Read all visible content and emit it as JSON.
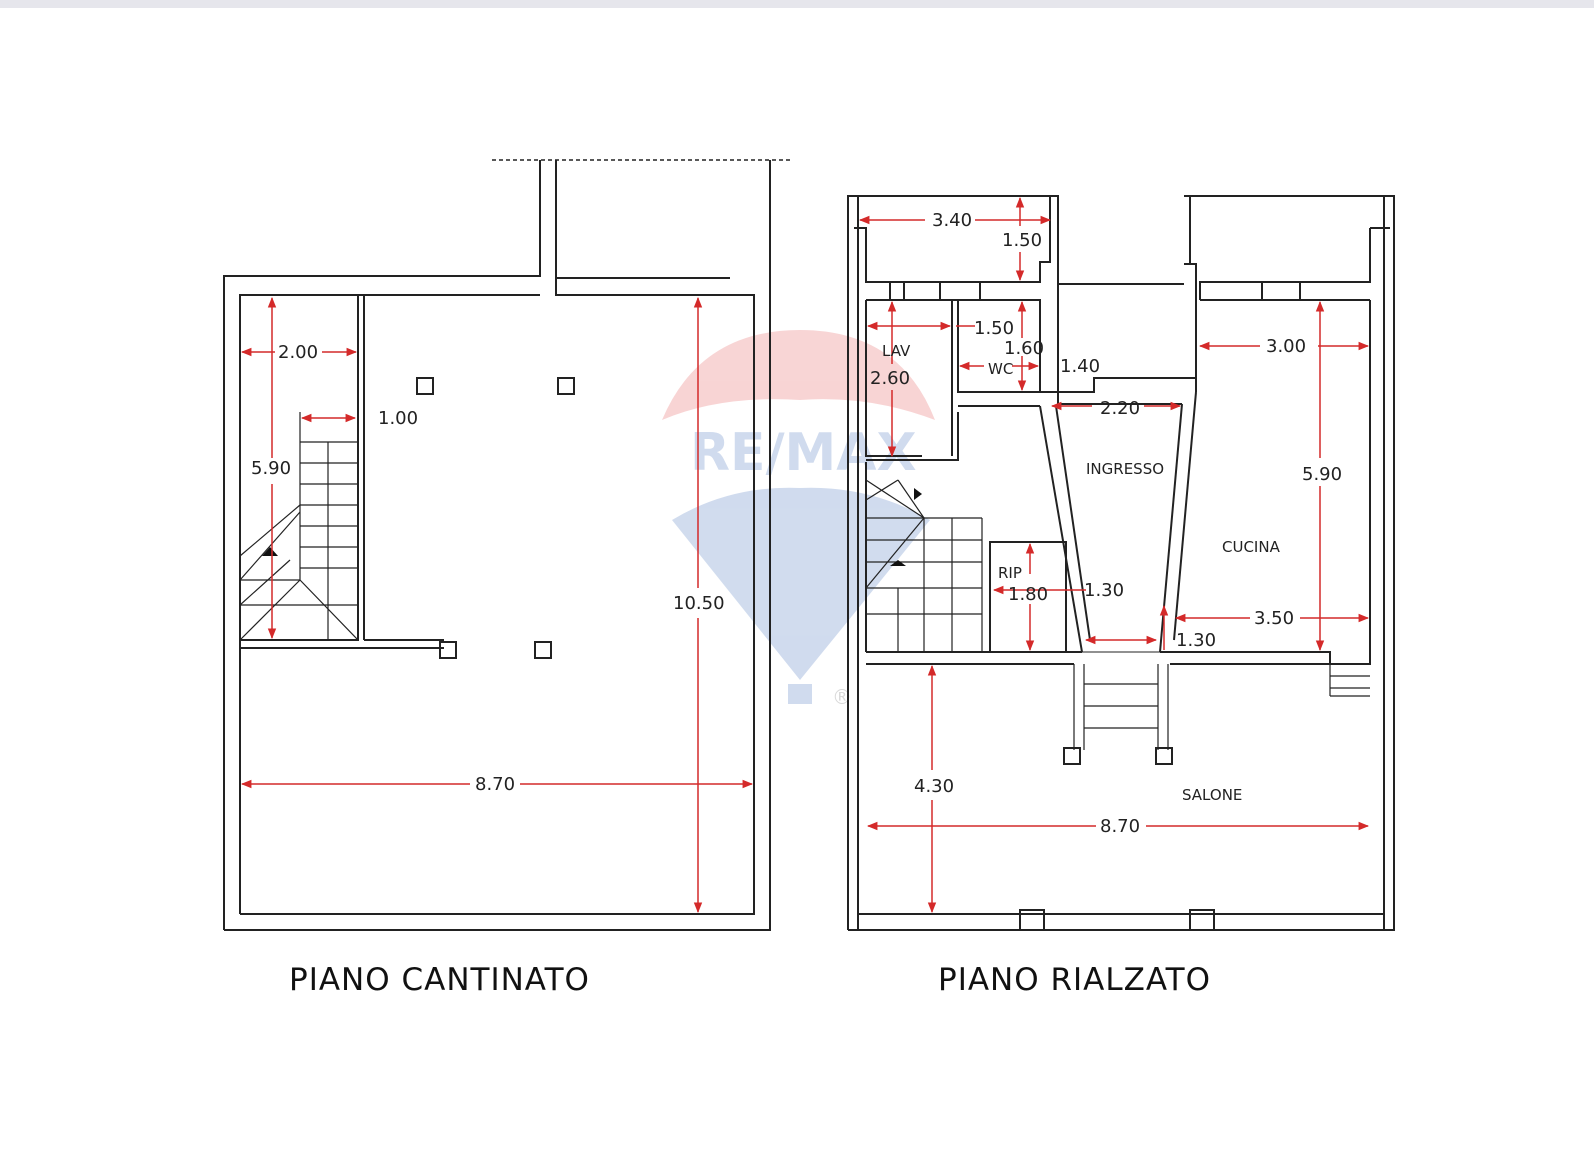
{
  "watermark": {
    "brand": "RE/MAX",
    "registered": "®"
  },
  "floors": [
    {
      "title": "PIANO CANTINATO",
      "dimensions": [
        "2.00",
        "1.00",
        "5.90",
        "10.50",
        "8.70"
      ]
    },
    {
      "title": "PIANO RIALZATO",
      "rooms": {
        "lav": "LAV",
        "wc": "WC",
        "ingresso": "INGRESSO",
        "cucina": "CUCINA",
        "rip": "RIP",
        "salone": "SALONE"
      },
      "dimensions": {
        "balcony_w": "3.40",
        "balcony_d": "1.50",
        "lav_w": "1.50",
        "wc_d": "1.60",
        "lav_d": "2.60",
        "hall_x": "1.40",
        "ingresso_w": "2.20",
        "cucina_w": "3.00",
        "cucina_d": "5.90",
        "rip_w": "1.30",
        "rip_d": "1.80",
        "cucina_w2": "3.50",
        "corr_w": "1.30",
        "salone_d": "4.30",
        "salone_w": "8.70"
      }
    }
  ],
  "colors": {
    "wall": "#222222",
    "dimension": "#d42a2a",
    "watermark_red": "#e04040",
    "watermark_blue": "#2f5fb3"
  }
}
